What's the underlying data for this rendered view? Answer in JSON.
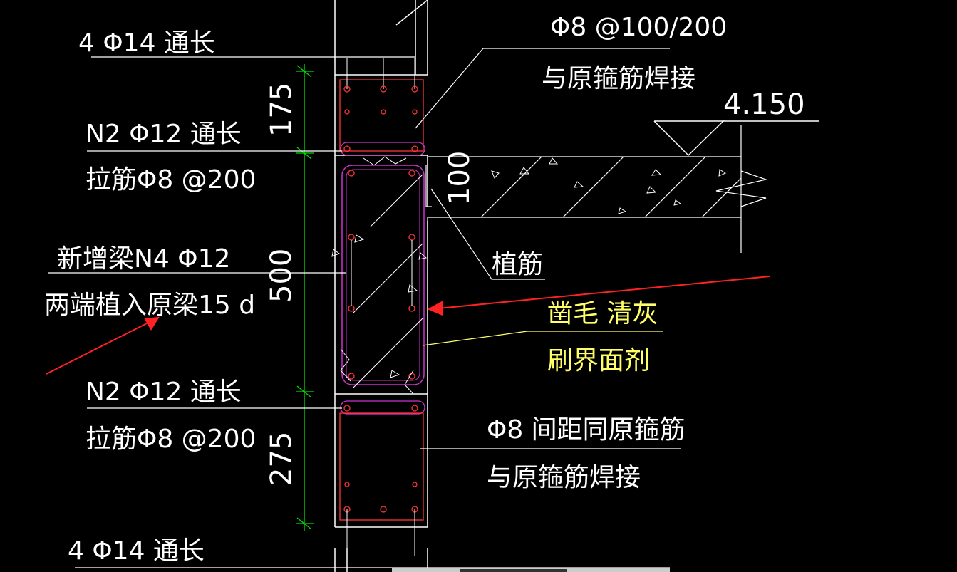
{
  "labels": {
    "top_rebar": "4 Φ14 通长",
    "stirrup_main": "Φ8 @100/200",
    "stirrup_weld": "与原箍筋焊接",
    "elevation": "4.150",
    "n2_upper": "N2 Φ12 通长",
    "tie_upper": "拉筋Φ8 @200",
    "slab_thickness": "100",
    "new_beam": "新增梁N4 Φ12",
    "embed_note": "两端植入原梁15 d",
    "anchor": "植筋",
    "roughen": "凿毛  清灰",
    "agent": "刷界面剂",
    "n2_lower": "N2 Φ12 通长",
    "tie_lower": "拉筋Φ8 @200",
    "stirrup_spacing": "Φ8 间距同原箍筋",
    "stirrup_weld_lower": "与原箍筋焊接",
    "bottom_rebar": "4 Φ14 通长"
  },
  "dimensions": {
    "top": "175",
    "middle": "500",
    "bottom": "275"
  },
  "colors": {
    "background": "#000000",
    "line": "#ffffff",
    "dimension": "#00ff00",
    "rebar_red": "#ff3333",
    "stirrup_magenta": "#cc33cc",
    "arrow_red": "#ff2222",
    "note_yellow": "#ffff66"
  }
}
